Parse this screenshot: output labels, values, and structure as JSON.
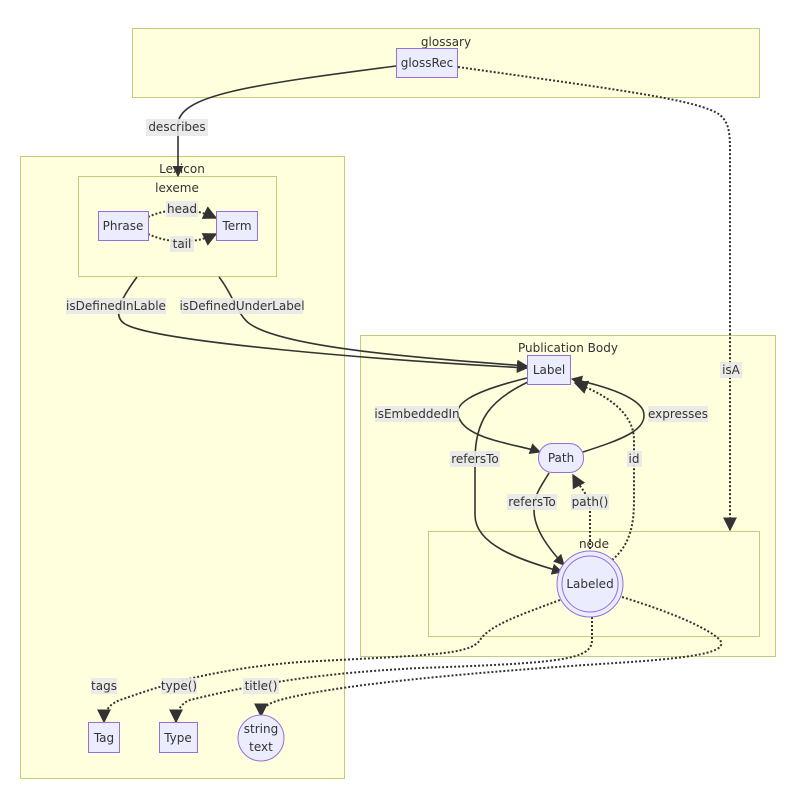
{
  "diagram": {
    "type": "flowchart",
    "colors": {
      "cluster_fill": "#ffffde",
      "cluster_stroke": "#c9c97a",
      "node_fill": "#ececff",
      "node_stroke": "#9370db",
      "edge": "#333333",
      "label_bg": "#e8e8e8"
    },
    "clusters": {
      "glossary": "glossary",
      "lexicon": "Lexicon",
      "lexeme": "lexeme",
      "publication_body": "Publication Body",
      "node": "node"
    },
    "nodes": {
      "glossRec": "glossRec",
      "phrase": "Phrase",
      "term": "Term",
      "label": "Label",
      "path": "Path",
      "labeled": "Labeled",
      "tag": "Tag",
      "type": "Type",
      "string_line1": "string",
      "string_line2": "text"
    },
    "edges": {
      "describes": "describes",
      "head": "head",
      "tail": "tail",
      "isDefinedInLable": "isDefinedInLable",
      "isDefinedUnderLabel": "isDefinedUnderLabel",
      "isA": "isA",
      "isEmbeddedIn": "isEmbeddedIn",
      "expresses": "expresses",
      "refersTo_label": "refersTo",
      "id": "id",
      "refersTo_path": "refersTo",
      "path": "path()",
      "tags": "tags",
      "type": "type()",
      "title": "title()"
    }
  }
}
